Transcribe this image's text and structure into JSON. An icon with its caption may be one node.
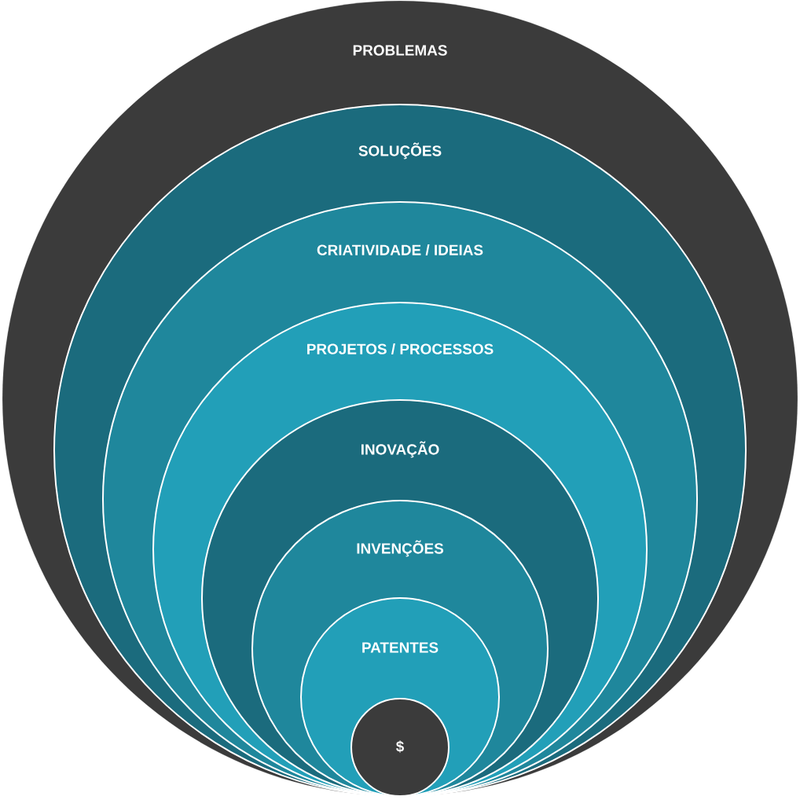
{
  "diagram": {
    "nodes": [
      {
        "text": [
          "PROBLEMAS"
        ]
      },
      {
        "text": [
          "SOLUÇÕES"
        ],
        "in": 0
      },
      {
        "text": [
          "CRIATIVIDADE / IDEIAS"
        ],
        "in": 1
      },
      {
        "text": [
          "PROJETOS / PROCESSOS"
        ],
        "in": 2
      },
      {
        "text": [
          "INOVAÇÃO"
        ],
        "in": 3
      },
      {
        "text": [
          "INVENÇÕES"
        ],
        "in": 4
      },
      {
        "text": [
          "PATENTES"
        ],
        "in": 5
      },
      {
        "text": [
          "$"
        ],
        "in": 6
      }
    ]
  }
}
